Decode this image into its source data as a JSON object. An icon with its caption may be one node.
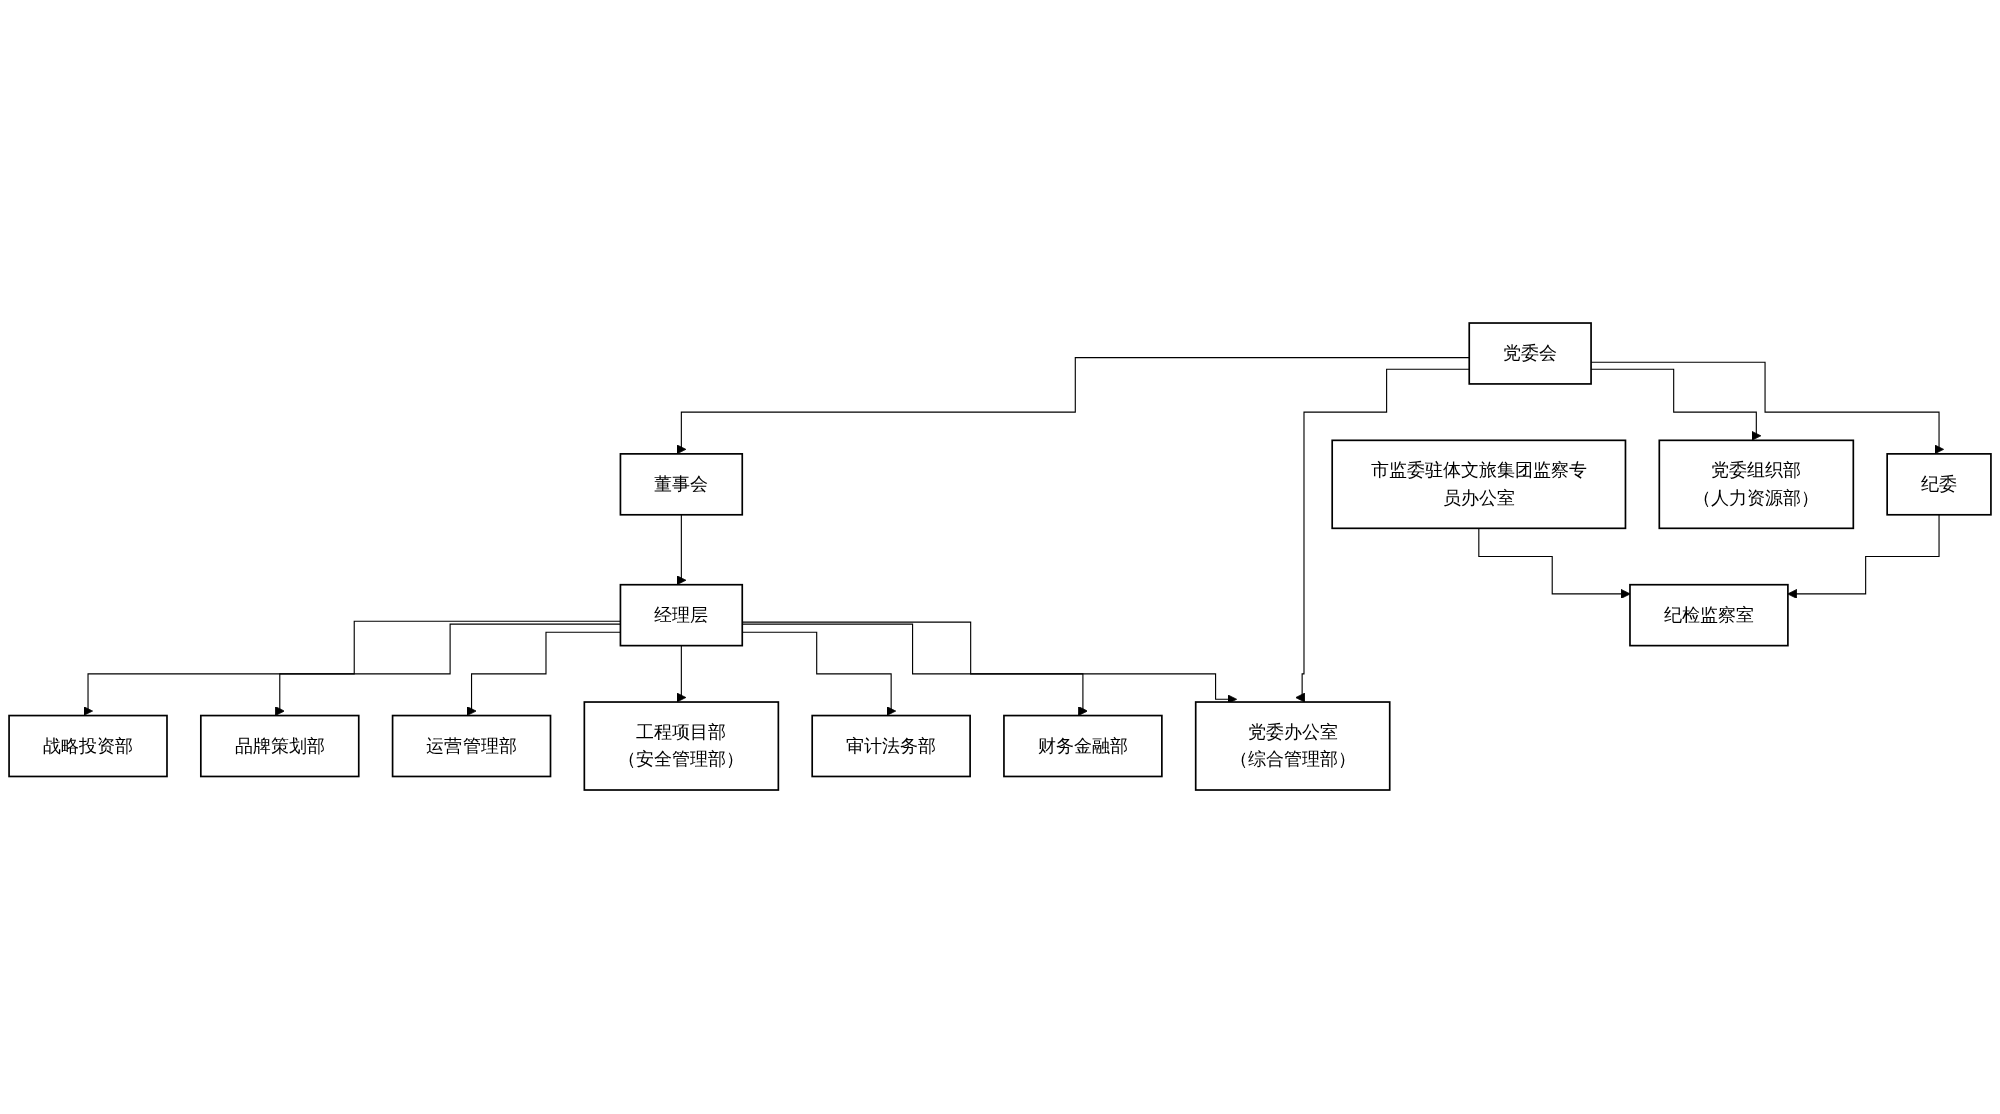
{
  "diagram": {
    "nodes": [
      {
        "text": [
          "党委会"
        ]
      },
      {
        "text": [
          "董事会"
        ]
      },
      {
        "text": [
          "纪委"
        ]
      },
      {
        "text": [
          "市监委驻体文旅集团监察专员办公室"
        ]
      },
      {
        "text": [
          "经理层"
        ]
      },
      {
        "text": [
          "战略投资部"
        ]
      },
      {
        "text": [
          "品牌策划部"
        ]
      },
      {
        "text": [
          "运营管理部"
        ]
      },
      {
        "text": [
          "工程项目部",
          "（安全管理部）"
        ]
      },
      {
        "text": [
          "审计法务部"
        ]
      },
      {
        "text": [
          "财务金融部"
        ]
      },
      {
        "text": [
          "党委办公室",
          "（综合管理部）"
        ]
      },
      {
        "text": [
          "党委组织部",
          "（人力资源部）"
        ]
      },
      {
        "text": [
          "纪检监察室"
        ]
      }
    ],
    "edges": [
      {
        "from": 0,
        "to": 1,
        "arrow": "to"
      },
      {
        "from": 0,
        "to": 11,
        "arrow": "to"
      },
      {
        "from": 0,
        "to": 12,
        "arrow": "to"
      },
      {
        "from": 0,
        "to": 2,
        "arrow": "to"
      },
      {
        "from": 1,
        "to": 4,
        "arrow": "to"
      },
      {
        "from": 4,
        "to": 5,
        "arrow": "to"
      },
      {
        "from": 4,
        "to": 6,
        "arrow": "to"
      },
      {
        "from": 4,
        "to": 7,
        "arrow": "to"
      },
      {
        "from": 4,
        "to": 8,
        "arrow": "to"
      },
      {
        "from": 4,
        "to": 9,
        "arrow": "to"
      },
      {
        "from": 4,
        "to": 10,
        "arrow": "to"
      },
      {
        "from": 4,
        "to": 11,
        "arrow": "to"
      },
      {
        "from": 2,
        "to": 13,
        "arrow": "to"
      },
      {
        "from": 3,
        "to": 13,
        "arrow": "to"
      }
    ]
  }
}
